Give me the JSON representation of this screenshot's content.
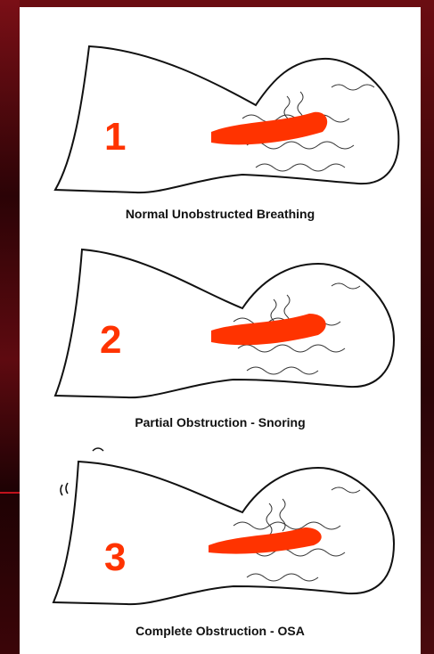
{
  "panels": [
    {
      "number": "1",
      "caption": "Normal Unobstructed Breathing"
    },
    {
      "number": "2",
      "caption": "Partial Obstruction - Snoring"
    },
    {
      "number": "3",
      "caption": "Complete Obstruction - OSA"
    }
  ],
  "colors": {
    "background": "#3a0608",
    "panel": "#ffffff",
    "airway": "#ff3300",
    "number": "#ff3300",
    "outline": "#111111",
    "accent_rule": "#c0121c"
  }
}
